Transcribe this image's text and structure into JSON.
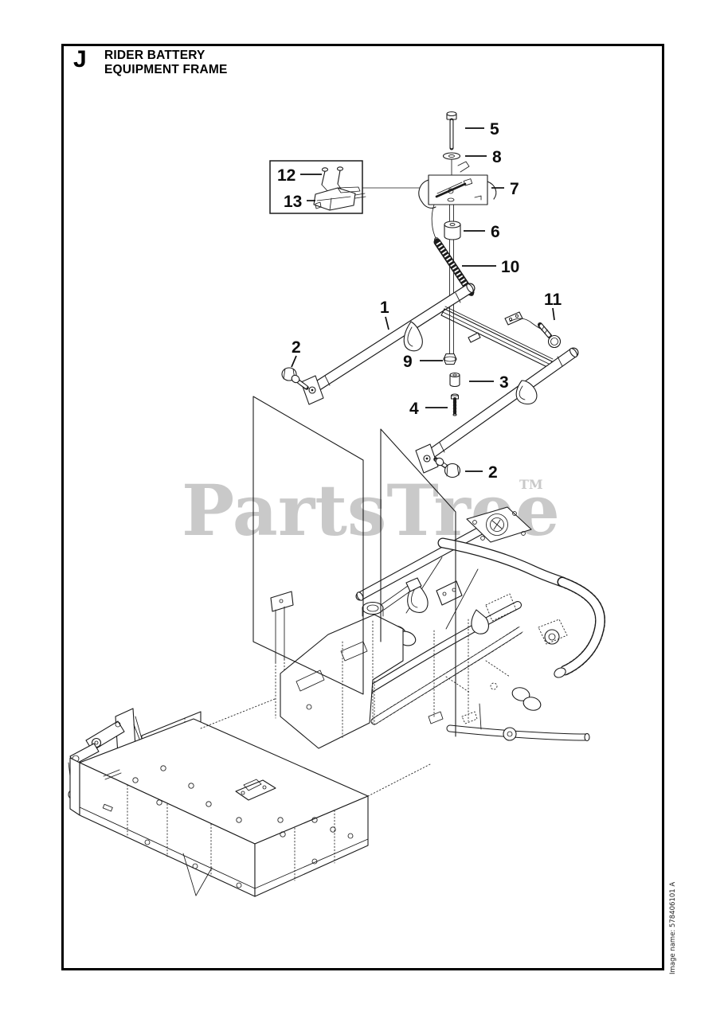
{
  "header": {
    "section_letter": "J",
    "title_line1": "RIDER BATTERY",
    "title_line2": "EQUIPMENT FRAME"
  },
  "watermark": {
    "text": "PartsTree",
    "tm": "TM",
    "color": "#c9c9c9"
  },
  "footer": {
    "image_name": "Image name: 578406101 A"
  },
  "colors": {
    "line": "#1b1b1b",
    "background": "#ffffff",
    "border": "#000000"
  },
  "diagram": {
    "callouts": [
      {
        "label": "1"
      },
      {
        "label": "2"
      },
      {
        "label": "2"
      },
      {
        "label": "3"
      },
      {
        "label": "4"
      },
      {
        "label": "5"
      },
      {
        "label": "6"
      },
      {
        "label": "7"
      },
      {
        "label": "8"
      },
      {
        "label": "9"
      },
      {
        "label": "10"
      },
      {
        "label": "11"
      },
      {
        "label": "12"
      },
      {
        "label": "13"
      }
    ]
  }
}
